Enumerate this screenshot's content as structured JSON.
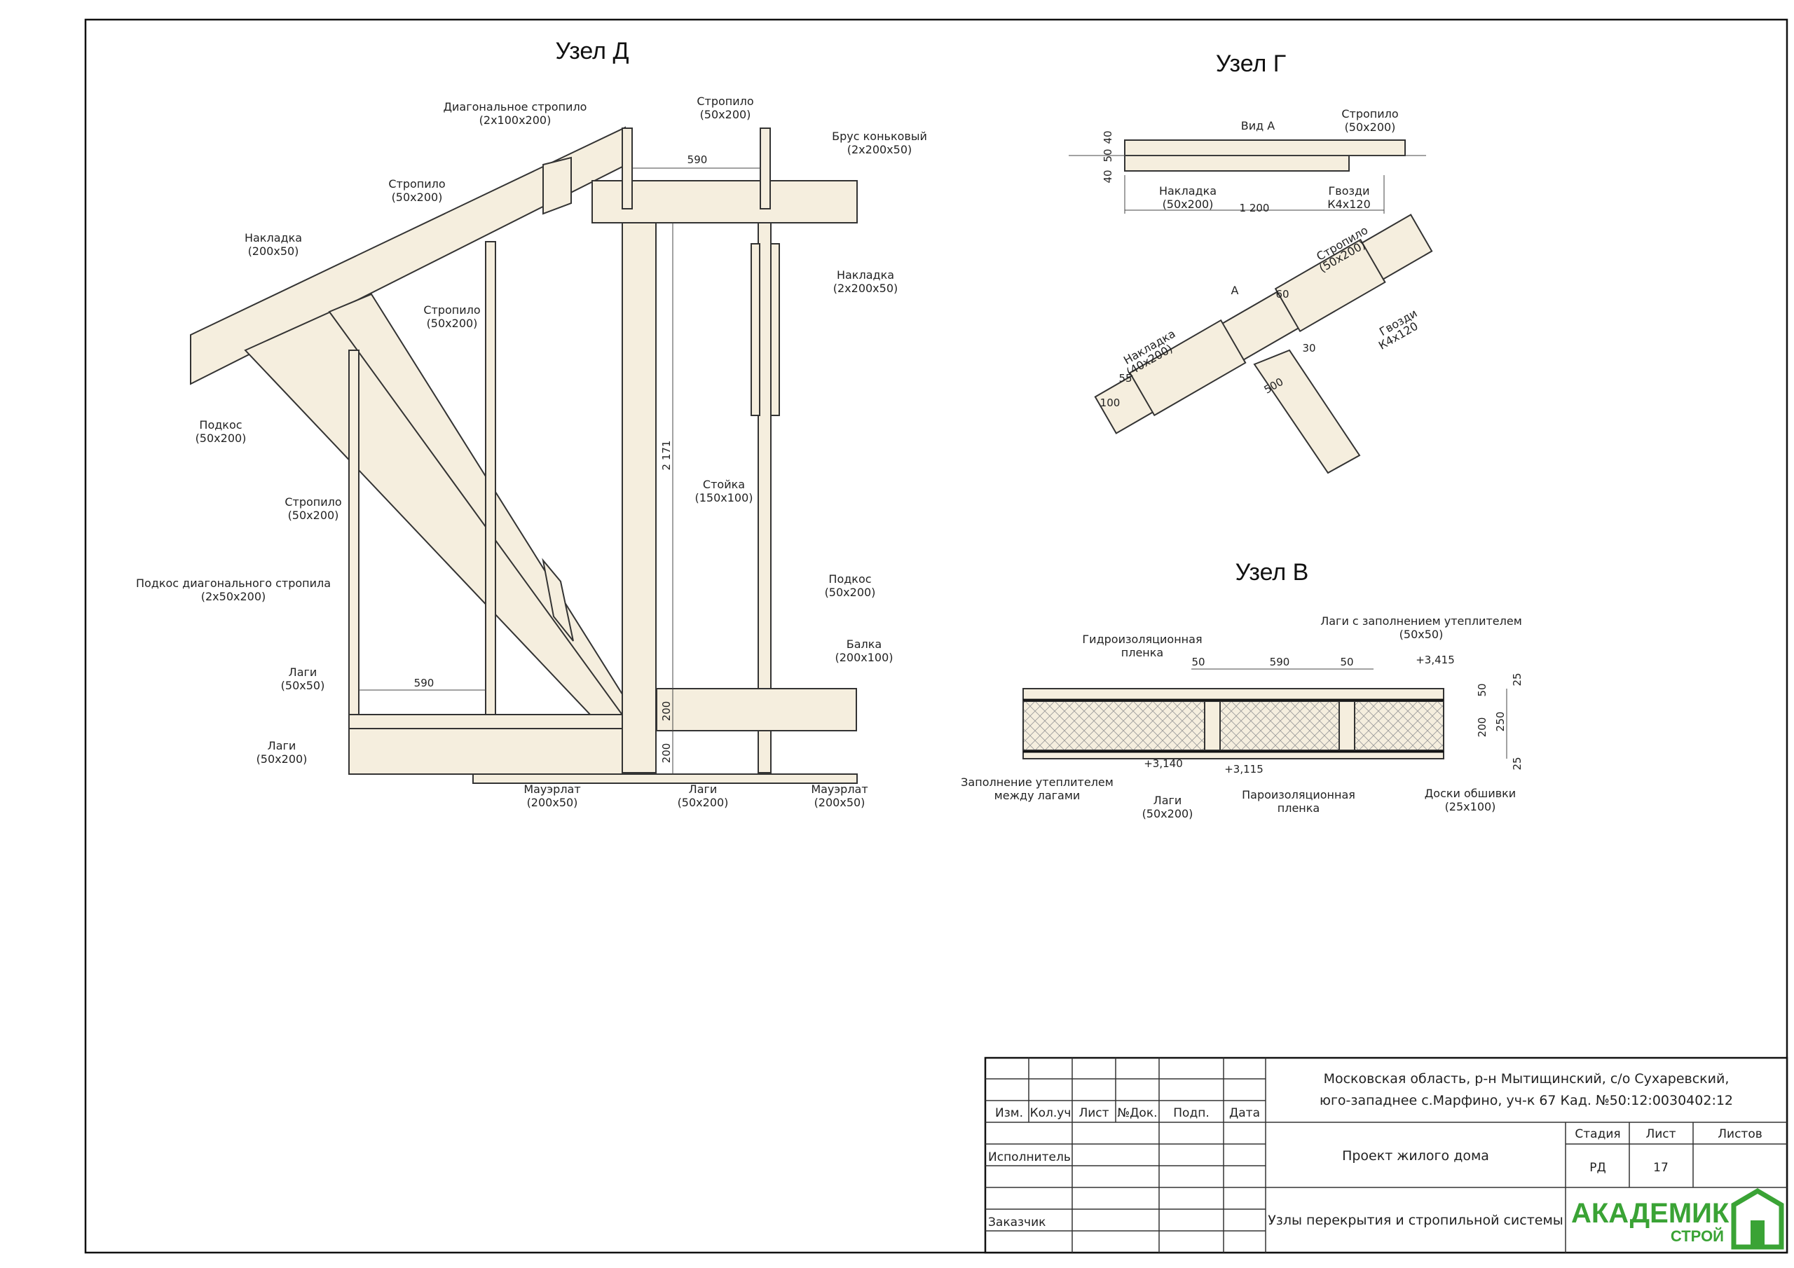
{
  "titles": {
    "uzel_d": "Узел Д",
    "uzel_g": "Узел Г",
    "uzel_v": "Узел В"
  },
  "uzel_d": {
    "diag_rafter": [
      "Диагональное стропило",
      "(2х100х200)"
    ],
    "rafter_top": [
      "Стропило",
      "(50х200)"
    ],
    "ridge": [
      "Брус коньковый",
      "(2х200х50)"
    ],
    "rafter_left": [
      "Стропило",
      "(50х200)"
    ],
    "overlay_left": [
      "Накладка",
      "(200х50)"
    ],
    "rafter_mid": [
      "Стропило",
      "(50х200)"
    ],
    "overlay_right": [
      "Накладка",
      "(2х200х50)"
    ],
    "strut_left": [
      "Подкос",
      "(50х200)"
    ],
    "post": [
      "Стойка",
      "(150х100)"
    ],
    "rafter_low": [
      "Стропило",
      "(50х200)"
    ],
    "diag_strut": [
      "Подкос диагонального стропила",
      "(2х50х200)"
    ],
    "strut_right": [
      "Подкос",
      "(50х200)"
    ],
    "beam": [
      "Балка",
      "(200х100)"
    ],
    "joist_small": [
      "Лаги",
      "(50х50)"
    ],
    "joist_big": [
      "Лаги",
      "(50х200)"
    ],
    "mauerlat_l": [
      "Мауэрлат",
      "(200х50)"
    ],
    "joist_bottom": [
      "Лаги",
      "(50х200)"
    ],
    "mauerlat_r": [
      "Мауэрлат",
      "(200х50)"
    ],
    "dim_590_top": "590",
    "dim_590_bottom": "590",
    "dim_2171": "2 171",
    "dim_200a": "200",
    "dim_200b": "200"
  },
  "uzel_g": {
    "view": "Вид А",
    "rafter": [
      "Стропило",
      "(50х200)"
    ],
    "overlay": [
      "Накладка",
      "(50х200)"
    ],
    "nails": [
      "Гвозди",
      "К4х120"
    ],
    "dim_1200": "1 200",
    "dim_40a": "40",
    "dim_50": "50",
    "dim_40b": "40",
    "rafter2": [
      "Стропило",
      "(50х200)"
    ],
    "nails2": [
      "Гвозди",
      "К4х120"
    ],
    "overlay2": [
      "Накладка",
      "(40х200)"
    ],
    "dim_500": "500",
    "dim_60": "60",
    "dim_30": "30",
    "dim_100": "100",
    "dim_55": "55",
    "arrow_a": "А"
  },
  "uzel_v": {
    "hydro": [
      "Гидроизоляционная",
      "пленка"
    ],
    "joists_ins": [
      "Лаги с заполнением утеплителем",
      "(50х50)"
    ],
    "level_top": "+3,415",
    "level_mid": "+3,140",
    "level_low": "+3,115",
    "fill": [
      "Заполнение утеплителем",
      "между лагами"
    ],
    "joists": [
      "Лаги",
      "(50х200)"
    ],
    "vapor": [
      "Пароизоляционная",
      "пленка"
    ],
    "boards": [
      "Доски обшивки",
      "(25х100)"
    ],
    "dim_50a": "50",
    "dim_590": "590",
    "dim_50b": "50",
    "dim_r50": "50",
    "dim_r200": "200",
    "dim_r250": "250",
    "dim_r25a": "25",
    "dim_r25b": "25"
  },
  "title_block": {
    "address_1": "Московская область, р-н Мытищинский, с/о Сухаревский,",
    "address_2": "юго-западнее с.Марфино, уч-к 67  Кад. №50:12:0030402:12",
    "cols": [
      "Изм.",
      "Кол.уч",
      "Лист",
      "№Док.",
      "Подп.",
      "Дата"
    ],
    "executor": "Исполнитель",
    "customer": "Заказчик",
    "project": "Проект жилого дома",
    "sheet_title": "Узлы перекрытия и стропильной системы",
    "stage_label": "Стадия",
    "sheet_label": "Лист",
    "sheets_label": "Листов",
    "stage": "РД",
    "sheet": "17",
    "sheets": "",
    "logo_main": "АКАДЕМИК",
    "logo_sub": "СТРОЙ",
    "logo_color": "#3aa335"
  }
}
